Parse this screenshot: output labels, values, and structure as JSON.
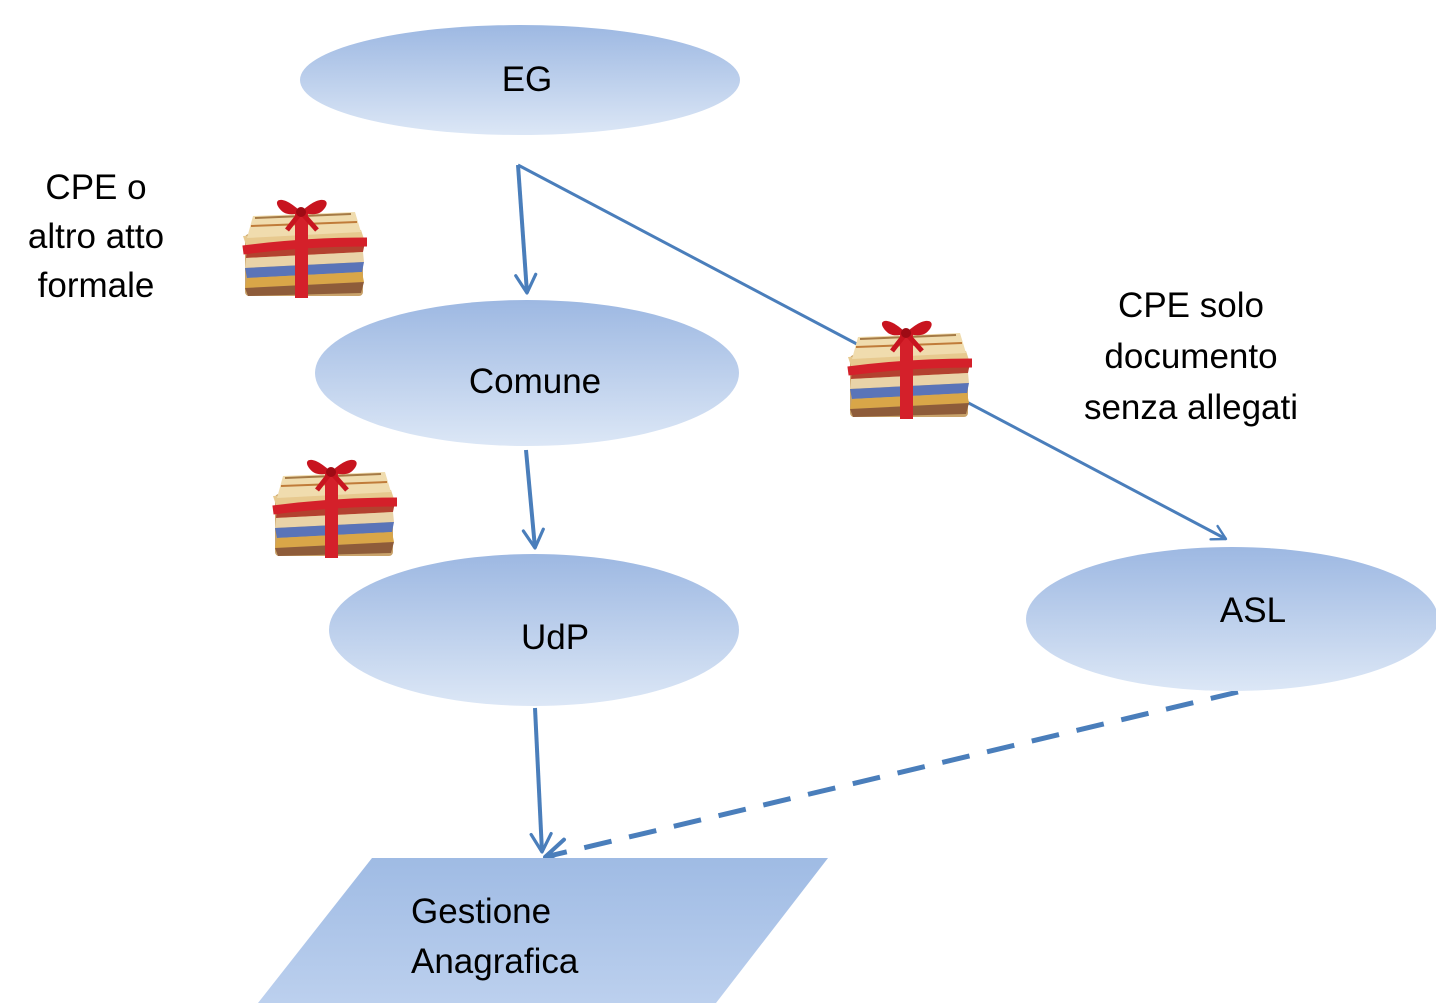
{
  "diagram": {
    "colors": {
      "node_top": "#9db8e2",
      "node_bottom": "#dce7f6",
      "arrow": "#4a7ebb"
    },
    "nodes": {
      "eg": "EG",
      "comune": "Comune",
      "udp": "UdP",
      "asl": "ASL",
      "gestione": [
        "Gestione",
        "Anagrafica"
      ]
    },
    "labels": {
      "left": [
        "CPE o",
        "altro atto",
        "formale"
      ],
      "right": [
        "CPE solo",
        "documento",
        "senza allegati"
      ]
    },
    "icons": [
      "document-bundle-icon",
      "document-bundle-icon",
      "document-bundle-icon"
    ],
    "edges": [
      {
        "from": "EG",
        "to": "Comune",
        "style": "solid"
      },
      {
        "from": "EG",
        "to": "ASL",
        "style": "solid"
      },
      {
        "from": "Comune",
        "to": "UdP",
        "style": "solid"
      },
      {
        "from": "UdP",
        "to": "Gestione Anagrafica",
        "style": "solid"
      },
      {
        "from": "ASL",
        "to": "Gestione Anagrafica",
        "style": "dashed"
      }
    ]
  }
}
